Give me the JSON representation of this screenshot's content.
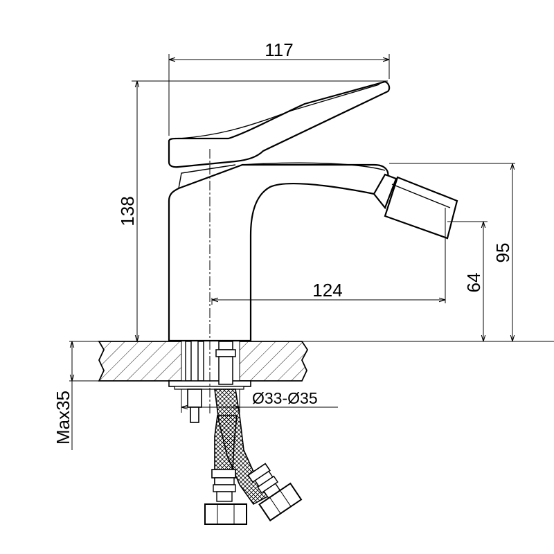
{
  "diagram": {
    "dimensions": {
      "lever_reach": "117",
      "total_height": "138",
      "spout_reach": "124",
      "outlet_height": "64",
      "spout_top_height": "95",
      "hole_diameter": "Ø33-Ø35",
      "max_thickness": "Max35"
    },
    "colors": {
      "line": "#000000",
      "background": "#ffffff"
    }
  }
}
